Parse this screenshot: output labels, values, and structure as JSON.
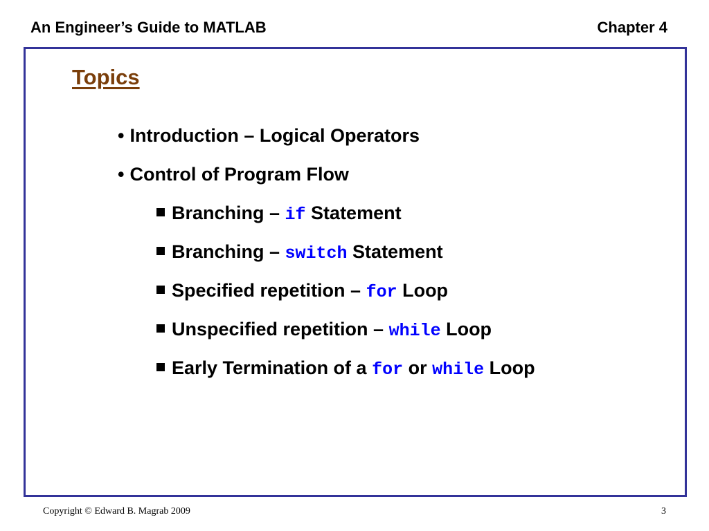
{
  "colors": {
    "frame_border": "#333399",
    "title": "#7a3e0a",
    "keyword": "#0000ff",
    "text": "#000000"
  },
  "header": {
    "book_title": "An Engineer’s Guide to MATLAB",
    "chapter": "Chapter 4"
  },
  "slide": {
    "title": "Topics",
    "bullets": [
      {
        "marker": "•",
        "text": "Introduction – Logical Operators"
      },
      {
        "marker": "•",
        "text": "Control of Program Flow"
      }
    ],
    "sub_bullets": [
      {
        "prefix": "Branching – ",
        "kw1": "if",
        "suffix": " Statement"
      },
      {
        "prefix": "Branching – ",
        "kw1": "switch",
        "suffix": " Statement"
      },
      {
        "prefix": "Specified repetition – ",
        "kw1": "for",
        "suffix": " Loop"
      },
      {
        "prefix": "Unspecified repetition – ",
        "kw1": "while",
        "suffix": " Loop"
      },
      {
        "prefix": "Early Termination of a ",
        "kw1": "for",
        "middle": " or ",
        "kw2": "while",
        "suffix": " Loop"
      }
    ]
  },
  "footer": {
    "copyright": "Copyright © Edward B. Magrab 2009",
    "page_number": "3"
  }
}
